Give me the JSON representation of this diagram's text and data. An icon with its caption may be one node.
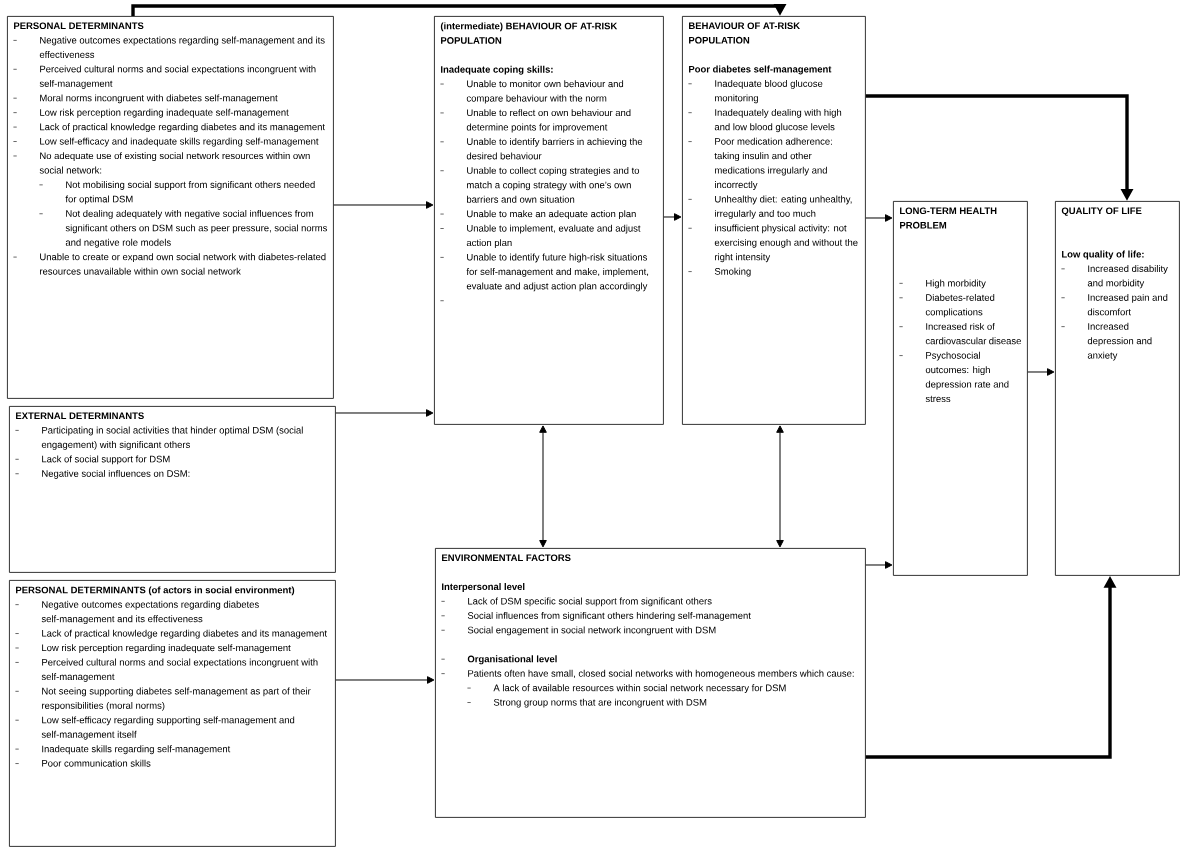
{
  "diagram": {
    "nodes": [
      {
        "text": [
          "PERSONAL DETERMINANTS",
          "Negative outcomes expectations regarding self-management and its effectiveness",
          "Perceived cultural norms and social expectations incongruent with self-management",
          "Moral norms incongruent with diabetes self-management",
          "Low risk perception regarding inadequate self-management",
          "Lack of practical knowledge regarding diabetes and its management",
          "Low self-efficacy and inadequate skills regarding self-management",
          "No adequate use of existing social network resources within own social network:",
          "Not mobilising social support from significant others needed for optimal DSM",
          "Not dealing adequately with negative social influences from significant others on DSM such as peer pressure, social norms and negative role models",
          "Unable to create or expand own social network with diabetes-related resources unavailable within own social network"
        ]
      },
      {
        "text": [
          "EXTERNAL DETERMINANTS",
          "Participating in social activities that hinder optimal DSM (social engagement) with significant others",
          "Lack of social support for DSM",
          "Negative social influences on DSM:"
        ]
      },
      {
        "text": [
          "PERSONAL DETERMINANTS (of actors in social environment)",
          "Negative outcomes expectations regarding diabetes self-management and its effectiveness",
          "Lack of practical knowledge regarding diabetes and its management",
          "Low risk perception regarding inadequate self-management",
          "Perceived cultural norms and social expectations incongruent with self-management",
          "Not seeing supporting diabetes self-management as part of their responsibilities (moral norms)",
          "Low self-efficacy regarding supporting self-management and self-management itself",
          "Inadequate skills regarding self-management",
          "Poor communication skills"
        ]
      },
      {
        "text": [
          "(intermediate) BEHAVIOUR OF AT-RISK POPULATION",
          "Inadequate coping skills:",
          "Unable to monitor own behaviour and compare behaviour with the norm",
          "Unable to reflect on own behaviour and determine points for improvement",
          "Unable to identify barriers in achieving the desired behaviour",
          "Unable to collect coping strategies and to match a coping strategy with one’s own barriers and own situation",
          "Unable to make an adequate action plan",
          "Unable to implement, evaluate and adjust action plan",
          "Unable to identify future high-risk situations for self-management and make, implement, evaluate and adjust action plan accordingly"
        ]
      },
      {
        "text": [
          "BEHAVIOUR OF AT-RISK POPULATION",
          "Poor diabetes self-management",
          "Inadequate blood glucose monitoring",
          "Inadequately dealing with high and low blood glucose levels",
          "Poor medication adherence: taking insulin and other medications irregularly and incorrectly",
          "Unhealthy diet: eating unhealthy, irregularly and too much",
          "insufficient physical activity: not exercising enough and without the right intensity",
          "Smoking"
        ]
      },
      {
        "text": [
          "ENVIRONMENTAL FACTORS",
          "Interpersonal level",
          "Lack of DSM specific social support from significant others",
          "Social influences from significant others hindering self-management",
          "Social engagement in social network incongruent with DSM",
          "Organisational level",
          "Patients often have small, closed social networks with homogeneous members which cause:",
          "A lack of available resources within social network necessary for DSM",
          "Strong group norms that are incongruent with DSM"
        ]
      },
      {
        "text": [
          "LONG-TERM HEALTH PROBLEM",
          "High morbidity",
          "Diabetes-related complications",
          "Increased risk of cardiovascular disease",
          "Psychosocial outcomes: high depression rate and stress"
        ]
      },
      {
        "text": [
          "QUALITY OF LIFE",
          "Low quality of life:",
          "Increased disability and morbidity",
          "Increased pain and discomfort",
          "Increased depression and anxiety"
        ]
      }
    ],
    "edges": [
      {
        "from": 0,
        "to": 3,
        "arrow": "to"
      },
      {
        "from": 1,
        "to": 3,
        "arrow": "to"
      },
      {
        "from": 2,
        "to": 5,
        "arrow": "to"
      },
      {
        "from": 3,
        "to": 4,
        "arrow": "to"
      },
      {
        "from": 3,
        "to": 5,
        "arrow": "both"
      },
      {
        "from": 4,
        "to": 5,
        "arrow": "both"
      },
      {
        "from": 4,
        "to": 6,
        "arrow": "to"
      },
      {
        "from": 4,
        "to": 7,
        "arrow": "to",
        "style": "thick"
      },
      {
        "from": 5,
        "to": 6,
        "arrow": "to"
      },
      {
        "from": 5,
        "to": 7,
        "arrow": "to",
        "style": "thick"
      },
      {
        "from": 6,
        "to": 7,
        "arrow": "to"
      },
      {
        "from": 0,
        "to": 4,
        "arrow": "to",
        "style": "thick"
      }
    ]
  }
}
